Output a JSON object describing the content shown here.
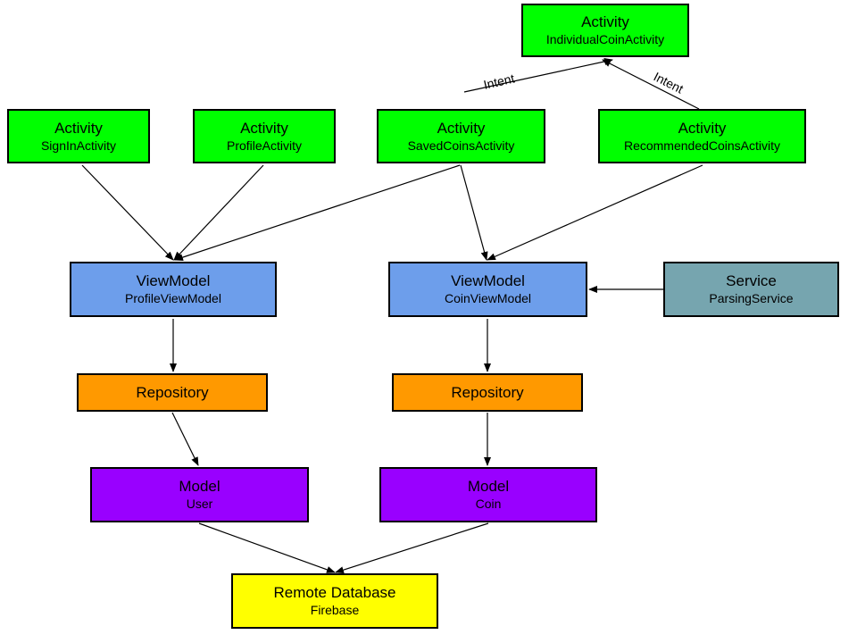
{
  "diagram": {
    "colors": {
      "activity": "#00ff00",
      "viewmodel": "#6d9eeb",
      "service": "#76a5af",
      "repository": "#ff9900",
      "model": "#9900ff",
      "database": "#ffff00",
      "edge": "#000000"
    },
    "nodes": {
      "individual_coin_activity": {
        "kind": "Activity",
        "name": "IndividualCoinActivity",
        "category": "activity"
      },
      "sign_in_activity": {
        "kind": "Activity",
        "name": "SignInActivity",
        "category": "activity"
      },
      "profile_activity": {
        "kind": "Activity",
        "name": "ProfileActivity",
        "category": "activity"
      },
      "saved_coins_activity": {
        "kind": "Activity",
        "name": "SavedCoinsActivity",
        "category": "activity"
      },
      "recommended_coins_activity": {
        "kind": "Activity",
        "name": "RecommendedCoinsActivity",
        "category": "activity"
      },
      "profile_view_model": {
        "kind": "ViewModel",
        "name": "ProfileViewModel",
        "category": "viewmodel"
      },
      "coin_view_model": {
        "kind": "ViewModel",
        "name": "CoinViewModel",
        "category": "viewmodel"
      },
      "parsing_service": {
        "kind": "Service",
        "name": "ParsingService",
        "category": "service"
      },
      "repository_left": {
        "kind": "Repository",
        "name": "",
        "category": "repository"
      },
      "repository_right": {
        "kind": "Repository",
        "name": "",
        "category": "repository"
      },
      "user_model": {
        "kind": "Model",
        "name": "User",
        "category": "model"
      },
      "coin_model": {
        "kind": "Model",
        "name": "Coin",
        "category": "model"
      },
      "remote_database": {
        "kind": "Remote Database",
        "name": "Firebase",
        "category": "database"
      }
    },
    "edges": [
      {
        "from": "saved_coins_activity",
        "to": "individual_coin_activity",
        "label": "Intent"
      },
      {
        "from": "recommended_coins_activity",
        "to": "individual_coin_activity",
        "label": "Intent"
      },
      {
        "from": "sign_in_activity",
        "to": "profile_view_model",
        "label": ""
      },
      {
        "from": "profile_activity",
        "to": "profile_view_model",
        "label": ""
      },
      {
        "from": "saved_coins_activity",
        "to": "profile_view_model",
        "label": ""
      },
      {
        "from": "saved_coins_activity",
        "to": "coin_view_model",
        "label": ""
      },
      {
        "from": "recommended_coins_activity",
        "to": "coin_view_model",
        "label": ""
      },
      {
        "from": "parsing_service",
        "to": "coin_view_model",
        "label": ""
      },
      {
        "from": "profile_view_model",
        "to": "repository_left",
        "label": ""
      },
      {
        "from": "coin_view_model",
        "to": "repository_right",
        "label": ""
      },
      {
        "from": "repository_left",
        "to": "user_model",
        "label": ""
      },
      {
        "from": "repository_right",
        "to": "coin_model",
        "label": ""
      },
      {
        "from": "user_model",
        "to": "remote_database",
        "label": ""
      },
      {
        "from": "coin_model",
        "to": "remote_database",
        "label": ""
      }
    ]
  }
}
